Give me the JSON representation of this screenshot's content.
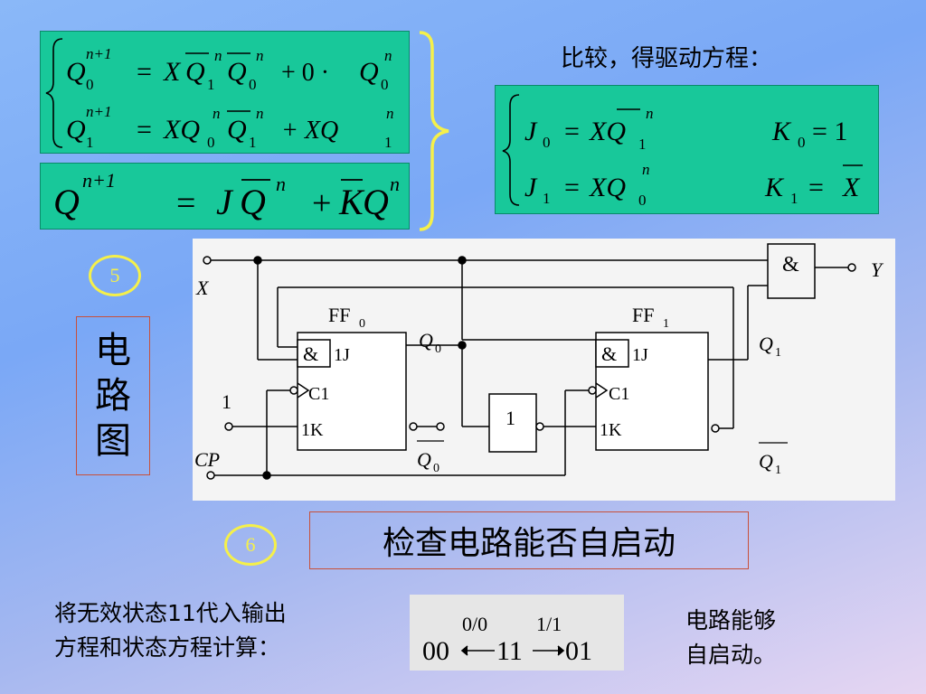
{
  "state_eq_box": {
    "line1": {
      "lhs": "Q",
      "lhs_sub": "0",
      "lhs_sup": "n+1",
      "rhs_a": "X",
      "q1": "Q",
      "q1_sub": "1",
      "q1_sup": "n",
      "q0": "Q",
      "q0_sub": "0",
      "q0_sup": "n",
      "plus": "+ 0 ·",
      "q0b": "Q",
      "q0b_sub": "0",
      "q0b_sup": "n"
    },
    "line2": {
      "lhs": "Q",
      "lhs_sub": "1",
      "lhs_sup": "n+1",
      "rhs_a": "XQ",
      "q0_sub": "0",
      "q0_sup": "n",
      "q1": "Q",
      "q1_sub": "1",
      "q1_sup": "n",
      "plus": "+ XQ",
      "tail_sub": "1",
      "tail_sup": "n"
    }
  },
  "char_eq": {
    "lhs": "Q",
    "lhs_sup": "n+1",
    "eq": "=",
    "j": "J",
    "qbar": "Q",
    "qbar_sup": "n",
    "plus": "+",
    "kbar": "K",
    "q": "Q",
    "q_sup": "n"
  },
  "compare_label": "比较，得驱动方程：",
  "drive_eqs": {
    "j0": "J",
    "j0_sub": "0",
    "j0_rhs": "XQ",
    "j0_rhs_sub": "1",
    "j0_rhs_sup": "n",
    "k0": "K",
    "k0_sub": "0",
    "k0_val": "= 1",
    "j1": "J",
    "j1_sub": "1",
    "j1_rhs": "XQ",
    "j1_rhs_sub": "0",
    "j1_rhs_sup": "n",
    "k1": "K",
    "k1_sub": "1",
    "k1_val": "X"
  },
  "step5": {
    "number": "5",
    "label_chars": [
      "电",
      "路",
      "图"
    ]
  },
  "circuit": {
    "input_x": "X",
    "output_y": "Y",
    "and_symbol": "&",
    "ff0": "FF",
    "ff0_sub": "0",
    "ff1": "FF",
    "ff1_sub": "1",
    "j_label": "1J",
    "c_label": "C1",
    "k_label": "1K",
    "one": "1",
    "cp": "CP",
    "q0": "Q",
    "q0_sub": "0",
    "q0bar": "Q",
    "q0bar_sub": "0",
    "q1": "Q",
    "q1_sub": "1",
    "q1bar": "Q",
    "q1bar_sub": "1",
    "inverter": "1"
  },
  "step6": {
    "number": "6",
    "title": "检查电路能否自启动"
  },
  "bottom_left_text": [
    "将无效状态11代入输出",
    "方程和状态方程计算："
  ],
  "transition": {
    "label_a": "0/0",
    "label_b": "1/1",
    "state_a": "00",
    "state_b": "11",
    "state_c": "01"
  },
  "conclusion": [
    "电路能够",
    "自启动。"
  ],
  "colors": {
    "green_box": "#18c89a",
    "yellow": "#f5f04a",
    "red_border": "#c8503a"
  }
}
